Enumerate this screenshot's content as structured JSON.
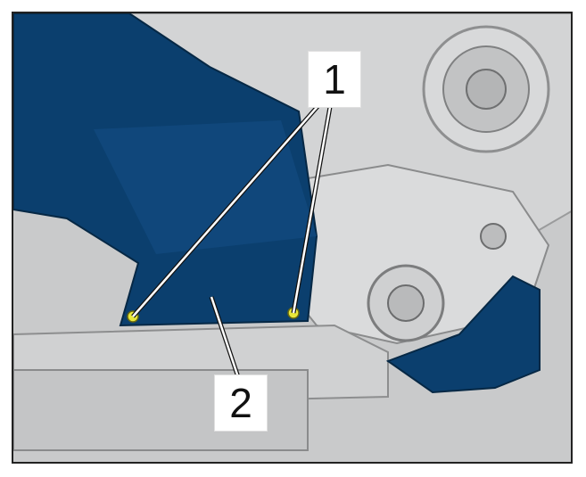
{
  "figure": {
    "callouts": [
      {
        "id": "1",
        "label": "1"
      },
      {
        "id": "2",
        "label": "2"
      }
    ]
  },
  "colors": {
    "part_highlight": "#0b3f6e",
    "background_parts": "#c9cacb",
    "fastener_marker": "#e8e83a",
    "leader_line": "#ffffff"
  }
}
